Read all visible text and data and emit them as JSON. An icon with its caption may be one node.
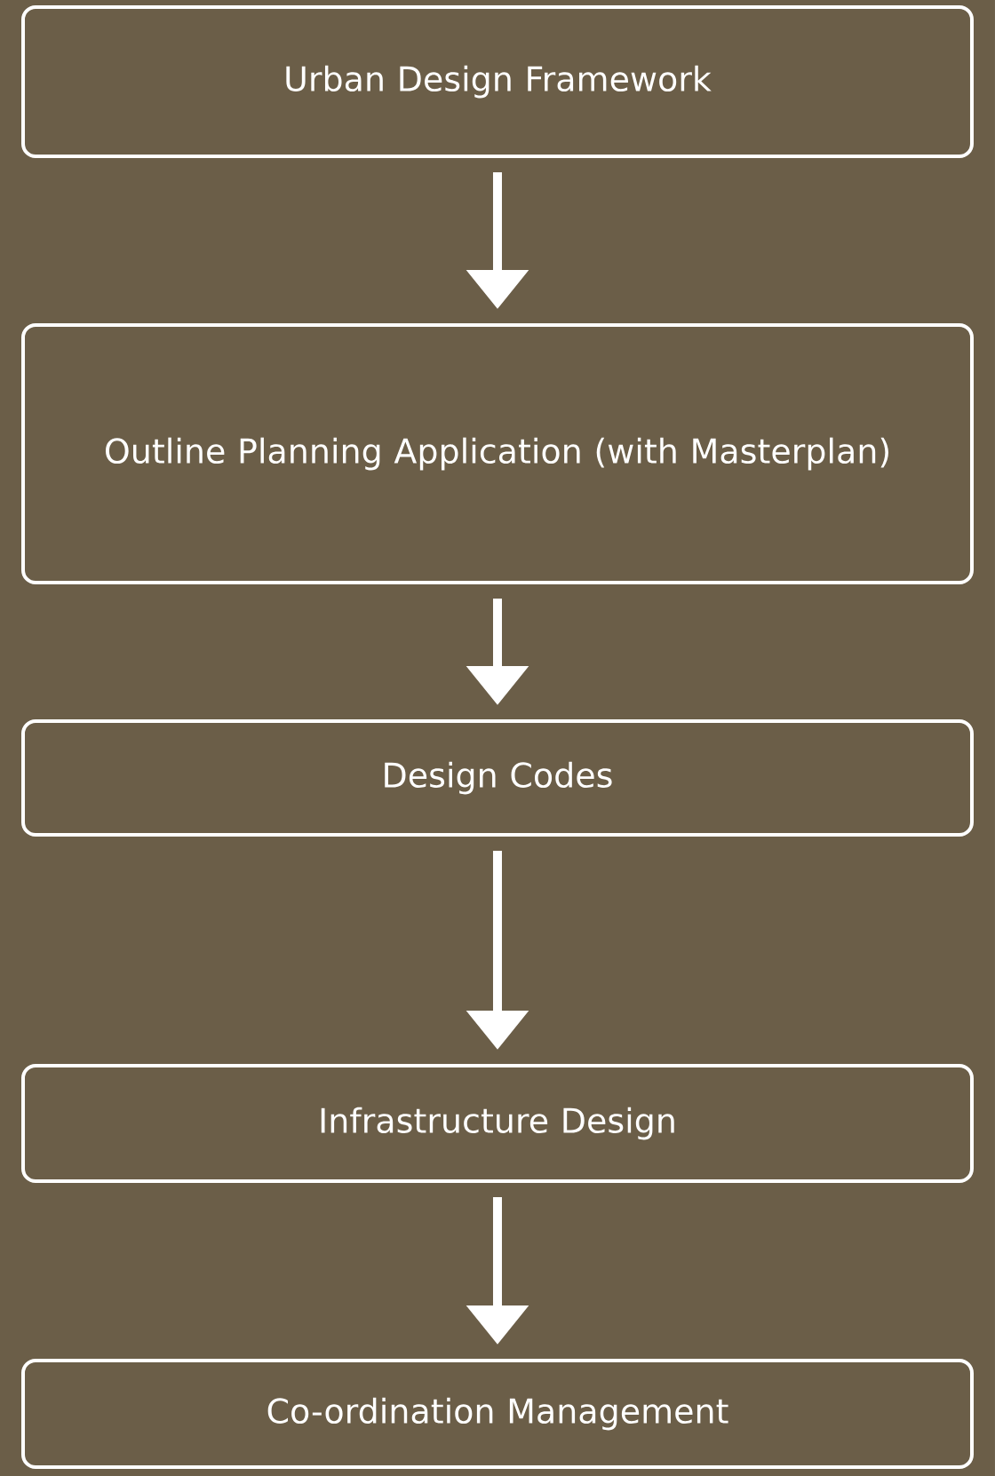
{
  "diagram": {
    "nodes": [
      {
        "text": [
          "Urban Design Framework"
        ]
      },
      {
        "text": [
          "Outline Planning Application (with Masterplan)"
        ]
      },
      {
        "text": [
          "Design Codes"
        ]
      },
      {
        "text": [
          "Infrastructure Design"
        ]
      },
      {
        "text": [
          "Co-ordination Management"
        ]
      }
    ],
    "edges": [
      {
        "from": 0,
        "to": 1,
        "arrow": "to"
      },
      {
        "from": 1,
        "to": 2,
        "arrow": "to"
      },
      {
        "from": 2,
        "to": 3,
        "arrow": "to"
      },
      {
        "from": 3,
        "to": 4,
        "arrow": "to"
      }
    ]
  }
}
